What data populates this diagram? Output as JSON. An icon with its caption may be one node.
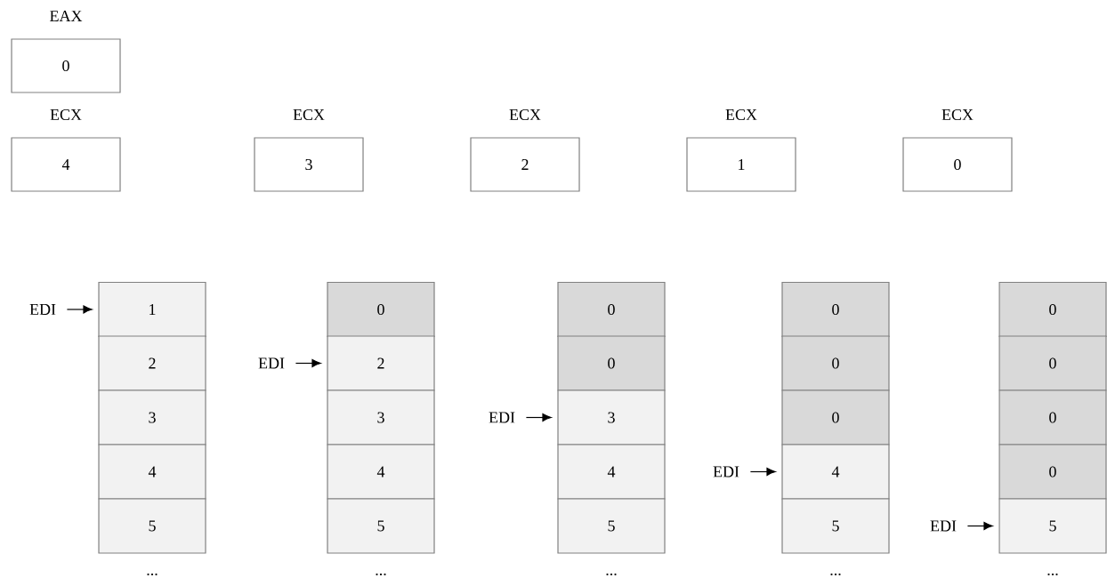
{
  "diagram": {
    "nodes": [
      {
        "text": [
          "EAX",
          "0"
        ]
      },
      {
        "text": [
          "ECX",
          "4"
        ]
      },
      {
        "text": [
          "ECX",
          "3"
        ]
      },
      {
        "text": [
          "ECX",
          "2"
        ]
      },
      {
        "text": [
          "ECX",
          "1"
        ]
      },
      {
        "text": [
          "ECX",
          "0"
        ]
      },
      {
        "text": [
          "EDI"
        ]
      },
      {
        "text": [
          "1"
        ]
      },
      {
        "text": [
          "2"
        ]
      },
      {
        "text": [
          "3"
        ]
      },
      {
        "text": [
          "4"
        ]
      },
      {
        "text": [
          "5"
        ]
      },
      {
        "text": [
          "EDI"
        ]
      },
      {
        "text": [
          "0"
        ]
      },
      {
        "text": [
          "2"
        ]
      },
      {
        "text": [
          "3"
        ]
      },
      {
        "text": [
          "4"
        ]
      },
      {
        "text": [
          "5"
        ]
      },
      {
        "text": [
          "EDI"
        ]
      },
      {
        "text": [
          "0"
        ]
      },
      {
        "text": [
          "0"
        ]
      },
      {
        "text": [
          "3"
        ]
      },
      {
        "text": [
          "4"
        ]
      },
      {
        "text": [
          "5"
        ]
      },
      {
        "text": [
          "EDI"
        ]
      },
      {
        "text": [
          "0"
        ]
      },
      {
        "text": [
          "0"
        ]
      },
      {
        "text": [
          "0"
        ]
      },
      {
        "text": [
          "4"
        ]
      },
      {
        "text": [
          "5"
        ]
      },
      {
        "text": [
          "EDI"
        ]
      },
      {
        "text": [
          "0"
        ]
      },
      {
        "text": [
          "0"
        ]
      },
      {
        "text": [
          "0"
        ]
      },
      {
        "text": [
          "0"
        ]
      },
      {
        "text": [
          "5"
        ]
      }
    ],
    "edges": [
      {
        "from": 6,
        "to": 7,
        "arrow": "to"
      },
      {
        "from": 12,
        "to": 14,
        "arrow": "to"
      },
      {
        "from": 18,
        "to": 21,
        "arrow": "to"
      },
      {
        "from": 24,
        "to": 28,
        "arrow": "to"
      },
      {
        "from": 30,
        "to": 35,
        "arrow": "to"
      }
    ],
    "labels": [
      "...",
      "...",
      "...",
      "...",
      "..."
    ]
  }
}
